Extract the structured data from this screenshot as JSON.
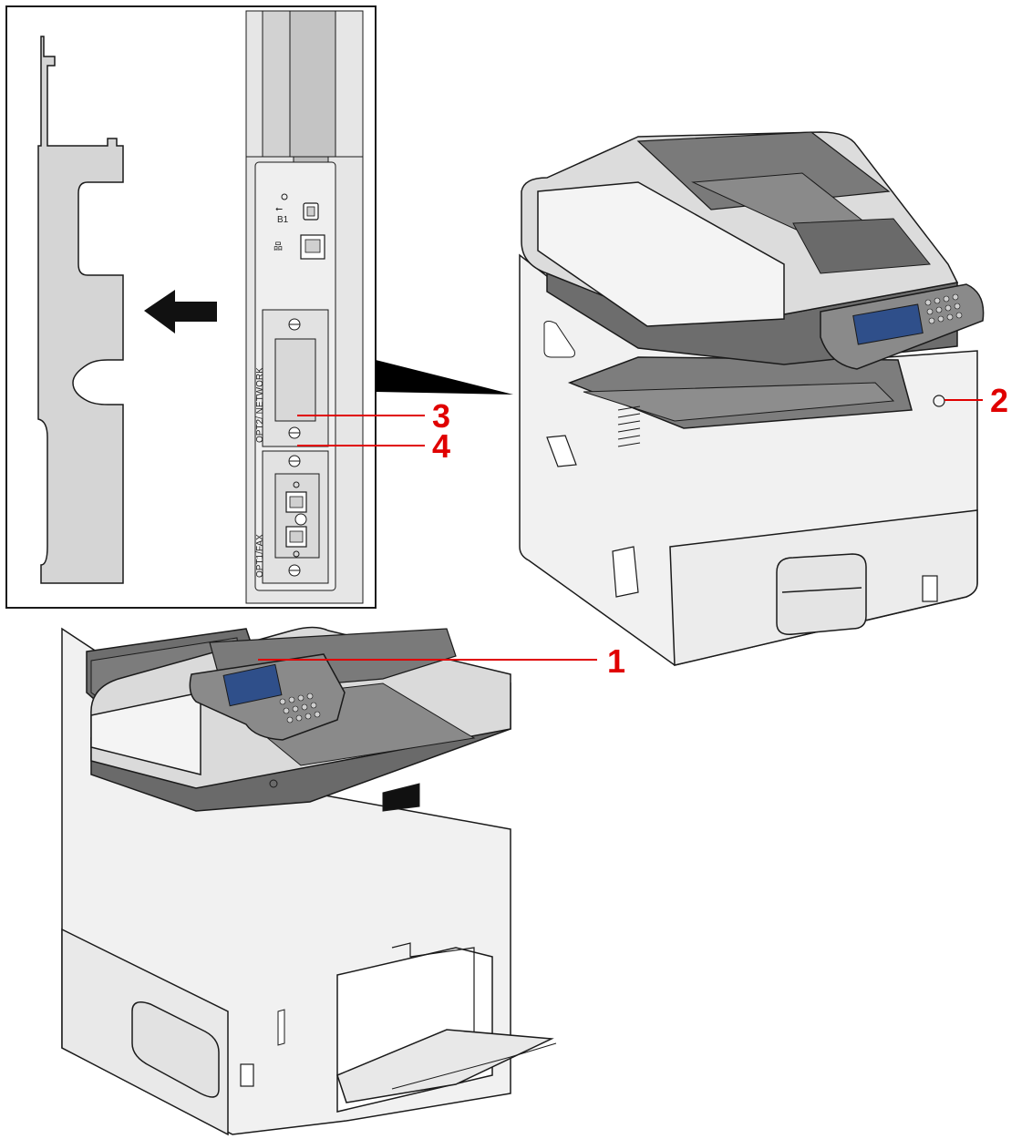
{
  "colors": {
    "callout": "#e00000",
    "body_light": "#f2f2f2",
    "body_mid": "#d8d8d8",
    "body_dark": "#7a7a7a",
    "body_darker": "#555555",
    "outline": "#1a1a1a",
    "screen": "#2f4f8a"
  },
  "callouts": {
    "c1": "1",
    "c2": "2",
    "c3": "3",
    "c4": "4"
  },
  "inset": {
    "port_labels": {
      "usb": "B1",
      "opt2": "OPT2/ NETWORK",
      "opt1": "OPT1/FAX"
    },
    "arrow_icon": "arrow-left-icon"
  },
  "devices": {
    "rear_view": "multifunction-printer-rear",
    "front_view": "multifunction-printer-front"
  }
}
